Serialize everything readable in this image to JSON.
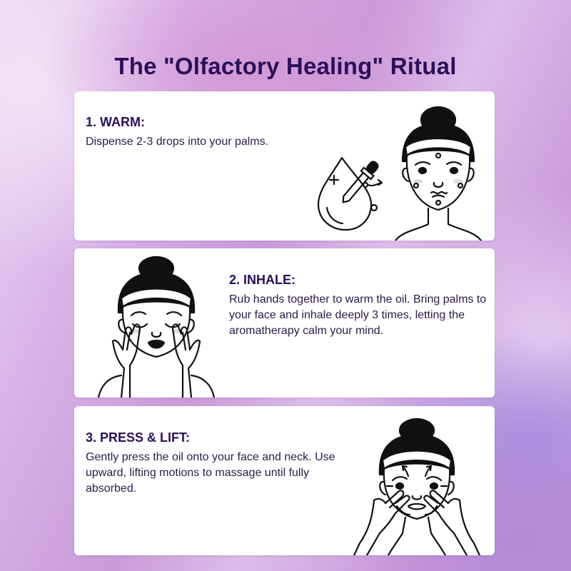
{
  "page": {
    "title": "The \"Olfactory Healing\" Ritual"
  },
  "steps": [
    {
      "number": 1,
      "heading": "1. WARM:",
      "text": "Dispense 2-3 drops into your palms.",
      "illustration": "woman-face-with-oil-dropper-illustration"
    },
    {
      "number": 2,
      "heading": "2. INHALE:",
      "text": "Rub hands together to warm the oil. Bring palms to your face and inhale deeply 3 times, letting the aromatherapy calm your mind.",
      "illustration": "woman-hands-cupping-face-illustration"
    },
    {
      "number": 3,
      "heading": "3. PRESS & LIFT:",
      "text": "Gently press the oil onto your face and neck. Use upward, lifting motions to massage until fully absorbed.",
      "illustration": "woman-face-massage-arrows-illustration"
    }
  ],
  "colors": {
    "title": "#2a0f5a",
    "card_background": "#ffffff",
    "background_accent": "#c99ad8"
  }
}
